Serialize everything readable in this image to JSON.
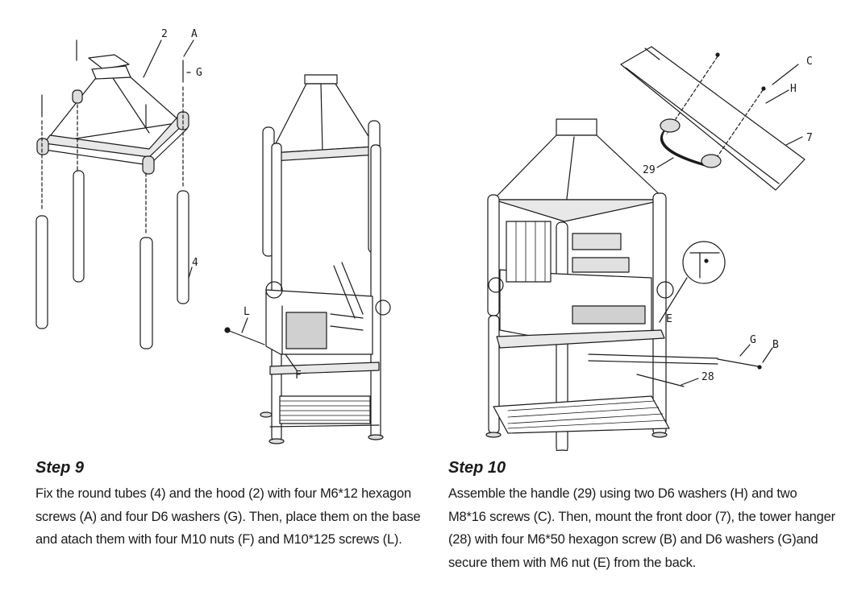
{
  "step9": {
    "title": "Step 9",
    "text": "Fix the round tubes (4) and the hood (2) with four M6*12 hexagon screws (A) and four D6 washers (G). Then, place them on the base and atach them with four M10 nuts (F) and M10*125 screws (L).",
    "callouts": {
      "hood": "2",
      "screw": "A",
      "washer": "G",
      "tube": "4",
      "bolt": "L",
      "nut": "F"
    }
  },
  "step10": {
    "title": "Step 10",
    "text": "Assemble the handle (29) using two D6 washers (H) and two M8*16 screws (C). Then, mount the front door (7), the tower hanger (28) with four M6*50 hexagon screw (B) and D6 washers (G)and secure them with M6 nut (E) from the back.",
    "callouts": {
      "screw_c": "C",
      "washer_h": "H",
      "door": "7",
      "handle": "29",
      "nut": "E",
      "washer_g": "G",
      "screw_b": "B",
      "hanger": "28"
    }
  }
}
